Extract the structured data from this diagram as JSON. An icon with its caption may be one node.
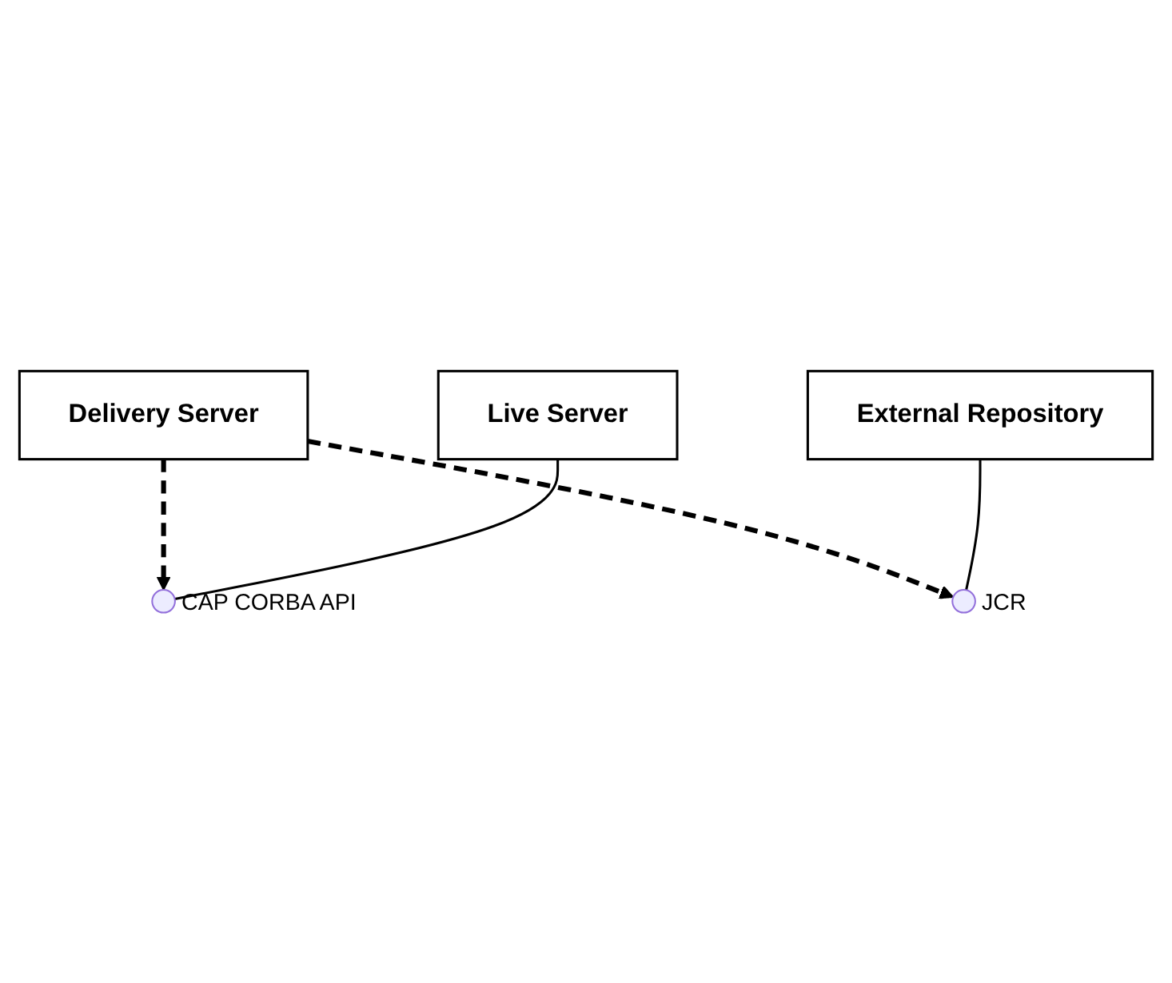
{
  "diagram": {
    "nodes": [
      {
        "text": [
          "Delivery Server"
        ]
      },
      {
        "text": [
          "Live Server"
        ]
      },
      {
        "text": [],
        "shape": "circle",
        "beside": [
          "CAP CORBA API"
        ]
      },
      {
        "text": [
          "External Repository"
        ]
      },
      {
        "text": [],
        "shape": "circle",
        "beside": [
          "JCR"
        ]
      }
    ],
    "edges": [
      {
        "from": 0,
        "to": 2,
        "arrow": "to",
        "style": "dashed"
      },
      {
        "from": 1,
        "to": 2,
        "arrow": "none"
      },
      {
        "from": 0,
        "to": 4,
        "arrow": "to",
        "style": "dashed"
      },
      {
        "from": 3,
        "to": 4,
        "arrow": "none"
      }
    ]
  }
}
